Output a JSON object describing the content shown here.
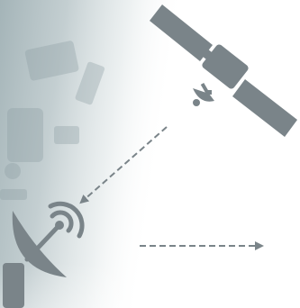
{
  "diagram": {
    "elements": [
      {
        "id": "satellite",
        "icon": "satellite-icon"
      },
      {
        "id": "downlink-arrow",
        "icon": "dashed-arrow-icon"
      },
      {
        "id": "ground-station",
        "icon": "satellite-dish-icon"
      },
      {
        "id": "output-arrow",
        "icon": "dashed-arrow-icon"
      }
    ],
    "colors": {
      "icon": "#7a8489",
      "arrow": "#7a8489",
      "background_fade_start": "#9fb0b4",
      "background_fade_end": "#ffffff"
    }
  }
}
